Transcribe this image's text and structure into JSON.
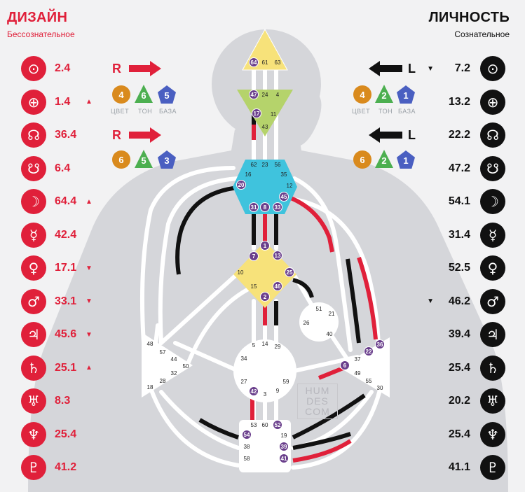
{
  "header": {
    "design_title": "ДИЗАЙН",
    "design_sub": "Бессознательное",
    "personality_title": "ЛИЧНОСТЬ",
    "personality_sub": "Сознательное"
  },
  "design_planets": [
    {
      "icon": "sun-icon",
      "glyph": "⊙",
      "value": "2.4",
      "arrow": ""
    },
    {
      "icon": "earth-icon",
      "glyph": "⊕",
      "value": "1.4",
      "arrow": "▲"
    },
    {
      "icon": "north-node-icon",
      "glyph": "☊",
      "value": "36.4",
      "arrow": ""
    },
    {
      "icon": "south-node-icon",
      "glyph": "☋",
      "value": "6.4",
      "arrow": ""
    },
    {
      "icon": "moon-icon",
      "glyph": "☽",
      "value": "64.4",
      "arrow": "▲"
    },
    {
      "icon": "mercury-icon",
      "glyph": "☿",
      "value": "42.4",
      "arrow": ""
    },
    {
      "icon": "venus-icon",
      "glyph": "♀",
      "value": "17.1",
      "arrow": "▼"
    },
    {
      "icon": "mars-icon",
      "glyph": "♂",
      "value": "33.1",
      "arrow": "▼"
    },
    {
      "icon": "jupiter-icon",
      "glyph": "♃",
      "value": "45.6",
      "arrow": "▼"
    },
    {
      "icon": "saturn-icon",
      "glyph": "♄",
      "value": "25.1",
      "arrow": "▲"
    },
    {
      "icon": "uranus-icon",
      "glyph": "♅",
      "value": "8.3",
      "arrow": ""
    },
    {
      "icon": "neptune-icon",
      "glyph": "♆",
      "value": "25.4",
      "arrow": ""
    },
    {
      "icon": "pluto-icon",
      "glyph": "♇",
      "value": "41.2",
      "arrow": ""
    }
  ],
  "personality_planets": [
    {
      "icon": "sun-icon",
      "glyph": "⊙",
      "value": "7.2",
      "arrow": "▼"
    },
    {
      "icon": "earth-icon",
      "glyph": "⊕",
      "value": "13.2",
      "arrow": ""
    },
    {
      "icon": "north-node-icon",
      "glyph": "☊",
      "value": "22.2",
      "arrow": ""
    },
    {
      "icon": "south-node-icon",
      "glyph": "☋",
      "value": "47.2",
      "arrow": ""
    },
    {
      "icon": "moon-icon",
      "glyph": "☽",
      "value": "54.1",
      "arrow": ""
    },
    {
      "icon": "mercury-icon",
      "glyph": "☿",
      "value": "31.4",
      "arrow": ""
    },
    {
      "icon": "venus-icon",
      "glyph": "♀",
      "value": "52.5",
      "arrow": ""
    },
    {
      "icon": "mars-icon",
      "glyph": "♂",
      "value": "46.2",
      "arrow": "▼"
    },
    {
      "icon": "jupiter-icon",
      "glyph": "♃",
      "value": "39.4",
      "arrow": ""
    },
    {
      "icon": "saturn-icon",
      "glyph": "♄",
      "value": "25.4",
      "arrow": ""
    },
    {
      "icon": "uranus-icon",
      "glyph": "♅",
      "value": "20.2",
      "arrow": ""
    },
    {
      "icon": "neptune-icon",
      "glyph": "♆",
      "value": "25.4",
      "arrow": ""
    },
    {
      "icon": "pluto-icon",
      "glyph": "♇",
      "value": "41.1",
      "arrow": ""
    }
  ],
  "variables": {
    "design_top": {
      "letter": "R",
      "color": "4",
      "tone": "6",
      "base": "5"
    },
    "design_bottom": {
      "letter": "R",
      "color": "6",
      "tone": "5",
      "base": "3"
    },
    "personality_top": {
      "letter": "L",
      "color": "4",
      "tone": "2",
      "base": "1"
    },
    "personality_bottom": {
      "letter": "L",
      "color": "6",
      "tone": "2",
      "base": "1"
    },
    "labels": {
      "color": "ЦВЕТ",
      "tone": "ТОН",
      "base": "БАЗА"
    }
  },
  "centers": {
    "head": {
      "gates": [
        "64",
        "61",
        "63"
      ]
    },
    "ajna": {
      "gates": [
        "47",
        "24",
        "4",
        "17",
        "11",
        "43"
      ]
    },
    "throat": {
      "gates": [
        "62",
        "23",
        "56",
        "16",
        "35",
        "20",
        "12",
        "45",
        "31",
        "8",
        "33"
      ]
    },
    "g": {
      "gates": [
        "1",
        "7",
        "13",
        "10",
        "25",
        "15",
        "46",
        "2"
      ]
    },
    "heart": {
      "gates": [
        "51",
        "21",
        "26",
        "40"
      ]
    },
    "spleen": {
      "gates": [
        "48",
        "57",
        "44",
        "50",
        "32",
        "28",
        "18"
      ]
    },
    "sacral": {
      "gates": [
        "5",
        "14",
        "29",
        "34",
        "27",
        "59",
        "42",
        "3",
        "9"
      ]
    },
    "solar_plexus": {
      "gates": [
        "36",
        "22",
        "37",
        "6",
        "49",
        "55",
        "30"
      ]
    },
    "root": {
      "gates": [
        "53",
        "60",
        "52",
        "54",
        "19",
        "38",
        "39",
        "58",
        "41"
      ]
    }
  },
  "watermark": [
    "HUM",
    "DES",
    "COM"
  ],
  "colors": {
    "design_red": "#e0203a",
    "personality_black": "#111111",
    "head_yellow": "#f7e27a",
    "ajna_green": "#b5d36b",
    "throat_cyan": "#3fc3dd",
    "g_yellow": "#f7e27a",
    "gate_purple": "#6a3f8c"
  }
}
